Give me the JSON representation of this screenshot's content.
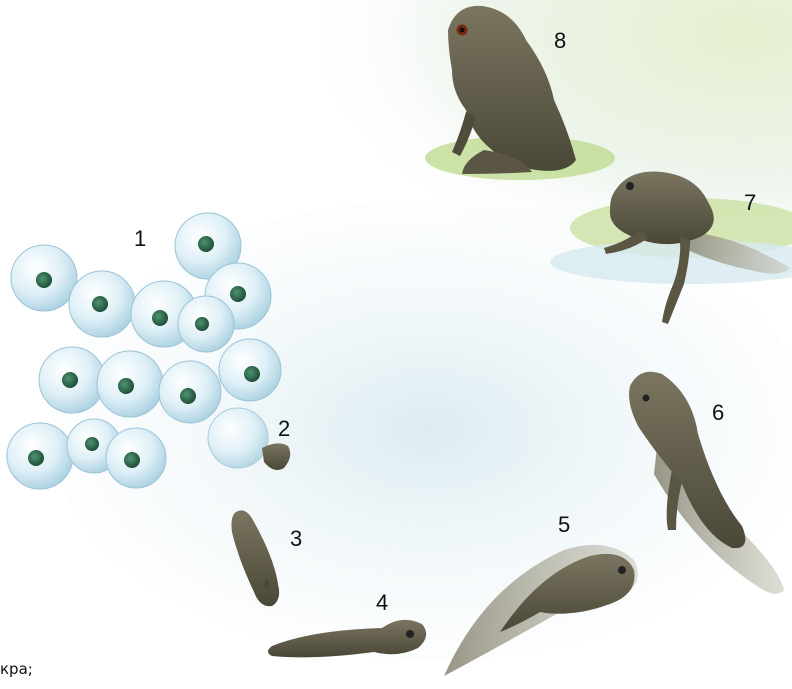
{
  "labels": {
    "eggs": "1",
    "hatching": "2",
    "larva": "3",
    "tadpole_early": "4",
    "tadpole_mid": "5",
    "tadpole_hind_legs": "6",
    "froglet": "7",
    "adult_frog": "8"
  },
  "caption": "кра;",
  "colors": {
    "background": "#ffffff",
    "grass": "#b9d98a",
    "water": "#e6f2f5",
    "egg_shell": "#d7eef6",
    "embryo": "#2f6e4c",
    "animal": "#5e5a45"
  }
}
